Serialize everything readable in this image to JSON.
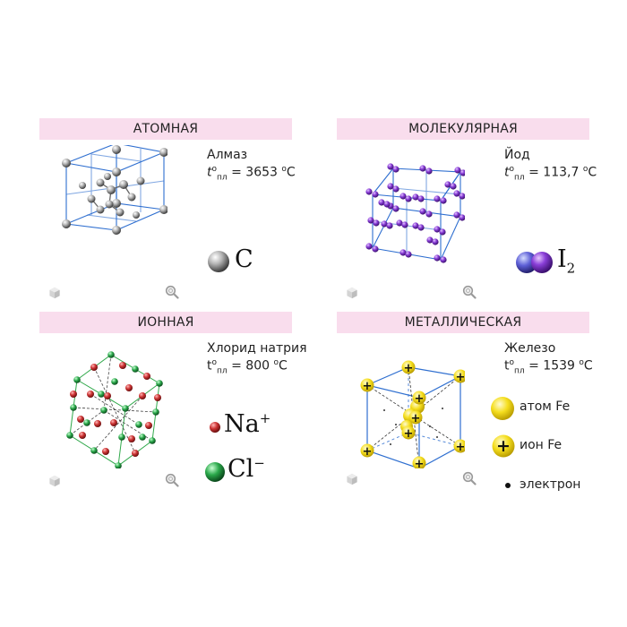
{
  "colors": {
    "header_bg": "#f9dded",
    "lattice_line": "#2f6fd0",
    "carbon_atom": "#8a8a8a",
    "iodine_atom": "#8a3fd8",
    "sodium_ion": "#cc3333",
    "chloride_ion": "#2aa84a",
    "iron_atom": "#f5de1e"
  },
  "panels": {
    "atomic": {
      "header": "АТОМНАЯ",
      "substance": "Алмаз",
      "melt_t": "t",
      "melt_sup": "o",
      "melt_sub": "пл",
      "melt_value": " = 3653 ",
      "melt_unit_sup": "o",
      "melt_unit": "C",
      "formula": "C",
      "icons": [
        "atom-sphere-icon",
        "cube-view-icon",
        "zoom-icon"
      ]
    },
    "molecular": {
      "header": "МОЛЕКУЛЯРНАЯ",
      "substance": "Йод",
      "melt_t": "t",
      "melt_sup": "o",
      "melt_sub": "пл",
      "melt_value": " = 113,7 ",
      "melt_unit_sup": "o",
      "melt_unit": "C",
      "formula_main": "I",
      "formula_sub": "2",
      "icons": [
        "molecule-icon",
        "cube-view-icon",
        "zoom-icon"
      ]
    },
    "ionic": {
      "header": "ИОННАЯ",
      "substance": "Хлорид натрия",
      "melt_t": "t",
      "melt_sup": "o",
      "melt_sub": "пл",
      "melt_value": " = 800 ",
      "melt_unit_sup": "o",
      "melt_unit": "C",
      "cation_main": "Na",
      "cation_sup": "+",
      "anion_main": "Cl",
      "anion_sup": "−",
      "icons": [
        "sodium-ion-icon",
        "chloride-ion-icon",
        "cube-view-icon",
        "zoom-icon"
      ]
    },
    "metallic": {
      "header": "МЕТАЛЛИЧЕСКАЯ",
      "substance": "Железо",
      "melt_t": "t",
      "melt_sup": "o",
      "melt_sub": "пл",
      "melt_value": " = 1539 ",
      "melt_unit_sup": "o",
      "melt_unit": "C",
      "legend_atom": "атом Fe",
      "legend_ion": "ион Fe",
      "legend_electron": "электрон",
      "icons": [
        "iron-atom-icon",
        "iron-ion-icon",
        "electron-icon",
        "cube-view-icon",
        "zoom-icon"
      ]
    }
  }
}
